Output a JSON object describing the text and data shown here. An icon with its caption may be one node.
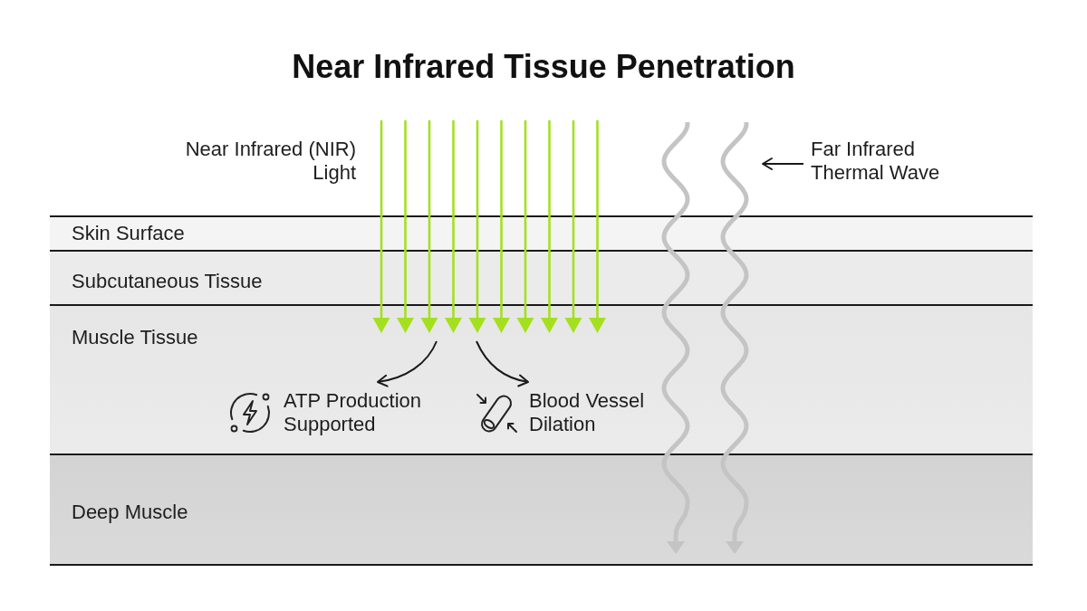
{
  "diagram": {
    "title": "Near Infrared Tissue Penetration",
    "nodes": [
      {
        "text": [
          "Far Infrared Thermal Wave"
        ]
      },
      {
        "text": [
          "Skin Surface"
        ]
      },
      {
        "text": [
          "Subcutaneous Tissue"
        ]
      },
      {
        "text": [
          "Muscle Tissue"
        ]
      },
      {
        "text": [
          "ATP Production Supported"
        ],
        "in": 3
      },
      {
        "text": [
          "Blood Vessel Dilation"
        ],
        "in": 3
      },
      {
        "text": [
          "Deep Muscle"
        ]
      }
    ],
    "edges": [
      {
        "from": null,
        "to": 3,
        "arrow": "to"
      },
      {
        "from": null,
        "to": 3,
        "arrow": "to"
      },
      {
        "from": null,
        "to": 3,
        "arrow": "to"
      },
      {
        "from": null,
        "to": 3,
        "arrow": "to"
      },
      {
        "from": null,
        "to": 3,
        "arrow": "to"
      },
      {
        "from": null,
        "to": 3,
        "arrow": "to"
      },
      {
        "from": null,
        "to": 3,
        "arrow": "to"
      },
      {
        "from": null,
        "to": 3,
        "arrow": "to"
      },
      {
        "from": null,
        "to": 3,
        "arrow": "to"
      },
      {
        "from": null,
        "to": 3,
        "arrow": "to"
      },
      {
        "from": null,
        "to": 4,
        "arrow": "to",
        "color": "#1a1a1a"
      },
      {
        "from": null,
        "to": 5,
        "arrow": "to",
        "color": "#1a1a1a"
      },
      {
        "from": null,
        "to": 6,
        "arrow": "to",
        "style": "thick",
        "color": "#c4c4c4"
      },
      {
        "from": null,
        "to": 6,
        "arrow": "to",
        "style": "thick",
        "color": "#c4c4c4"
      },
      {
        "from": 0,
        "to": null,
        "arrow": "to",
        "color": "#1a1a1a"
      }
    ],
    "labels": [
      "Near Infrared (NIR) Light"
    ]
  }
}
